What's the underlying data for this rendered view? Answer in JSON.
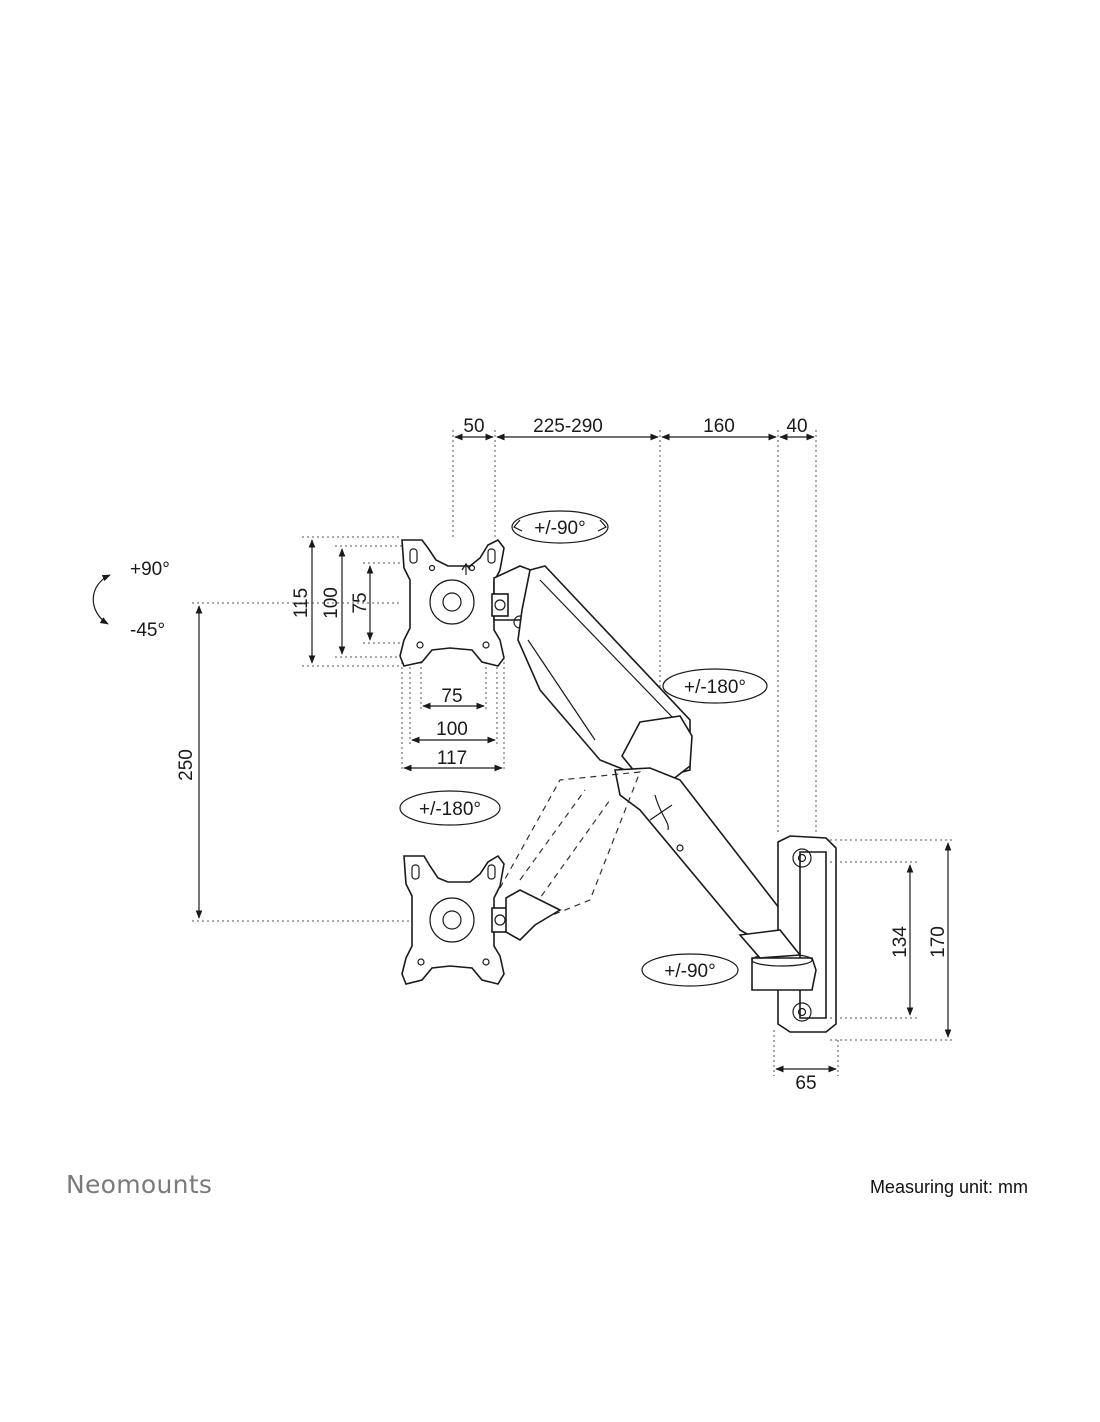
{
  "brand": {
    "name": "Neomounts"
  },
  "footer": {
    "measuring_unit": "Measuring unit: mm"
  },
  "dimensions": {
    "top": [
      "50",
      "225-290",
      "160",
      "40"
    ],
    "vesa_plate": {
      "height_outer": "115",
      "height_mid": "100",
      "height_inner": "75",
      "width_inner": "75",
      "width_mid": "100",
      "width_outer": "117"
    },
    "height_adjust": "250",
    "wall_plate": {
      "hole_spacing": "134",
      "height": "170",
      "depth": "65"
    }
  },
  "rotations": {
    "tilt_up": "+90°",
    "tilt_down": "-45°",
    "swivel_top": "+/-90°",
    "arm_joint": "+/-180°",
    "rotate_plate": "+/-180°",
    "swivel_base": "+/-90°"
  }
}
